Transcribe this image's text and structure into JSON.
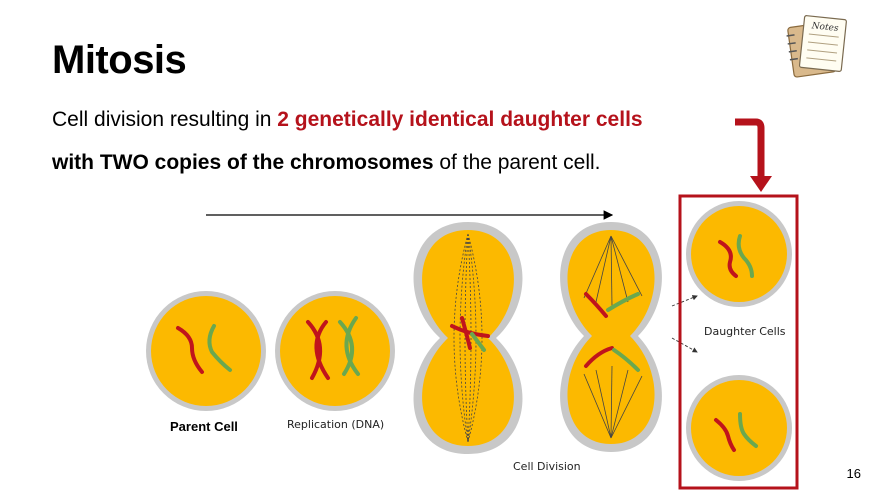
{
  "slide": {
    "title": "Mitosis",
    "line1": {
      "plain": "Cell division resulting in ",
      "highlight": "2 genetically identical daughter cells"
    },
    "line2": {
      "bold": "with TWO copies of the chromosomes",
      "plain": " of the parent cell."
    },
    "page_number": "16"
  },
  "diagram": {
    "labels": {
      "parent": "Parent Cell",
      "replication": "Replication (DNA)",
      "division": "Cell Division",
      "daughters": "Daughter Cells"
    }
  },
  "colors": {
    "accent_red": "#b5121b",
    "cell_fill": "#fcb900",
    "membrane": "#c8c8c8",
    "chromosome_red": "#c0141c",
    "chromosome_green": "#6aa84f"
  },
  "icons": {
    "notes": "notes-notepad-icon"
  }
}
